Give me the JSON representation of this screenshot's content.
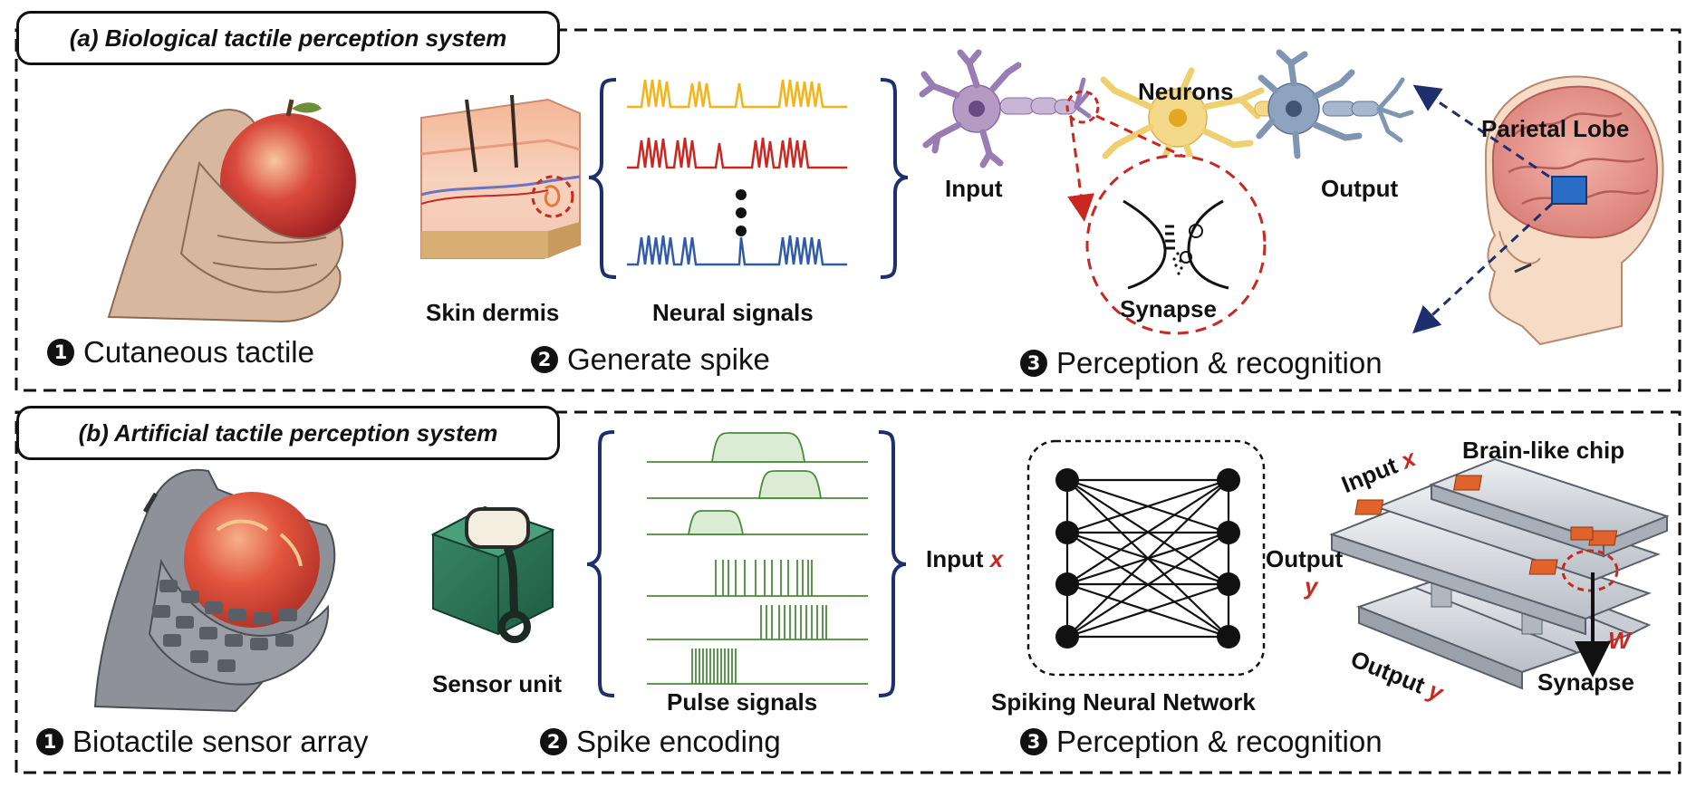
{
  "panel_a": {
    "title": "(a) Biological tactile perception system",
    "steps": [
      {
        "number": "1",
        "label": "Cutaneous tactile"
      },
      {
        "number": "2",
        "label": "Generate spike"
      },
      {
        "number": "3",
        "label": "Perception & recognition"
      }
    ],
    "labels": {
      "skin": "Skin dermis",
      "neural": "Neural signals",
      "input": "Input",
      "neurons": "Neurons",
      "output": "Output",
      "synapse": "Synapse",
      "parietal": "Parietal Lobe"
    }
  },
  "panel_b": {
    "title": "(b) Artificial tactile perception system",
    "steps": [
      {
        "number": "1",
        "label": "Biotactile sensor array"
      },
      {
        "number": "2",
        "label": "Spike encoding"
      },
      {
        "number": "3",
        "label": "Perception & recognition"
      }
    ],
    "labels": {
      "sensor": "Sensor unit",
      "pulse": "Pulse signals",
      "snn_input": "Input",
      "snn_input_var": "x",
      "snn_output": "Output",
      "snn_output_var": "y",
      "snn": "Spiking Neural Network",
      "chip": "Brain-like chip",
      "chip_input": "Input",
      "chip_input_var": "x",
      "chip_output": "Output",
      "chip_output_var": "y",
      "weight": "W",
      "chip_synapse": "Synapse"
    }
  },
  "colors": {
    "signal_yellow": "#f2b418",
    "signal_red": "#c8281f",
    "signal_blue": "#2f5aa8",
    "pulse_green": "#4a8a3a",
    "brace_navy": "#1f2f6e",
    "highlight_red": "#c8281f"
  }
}
